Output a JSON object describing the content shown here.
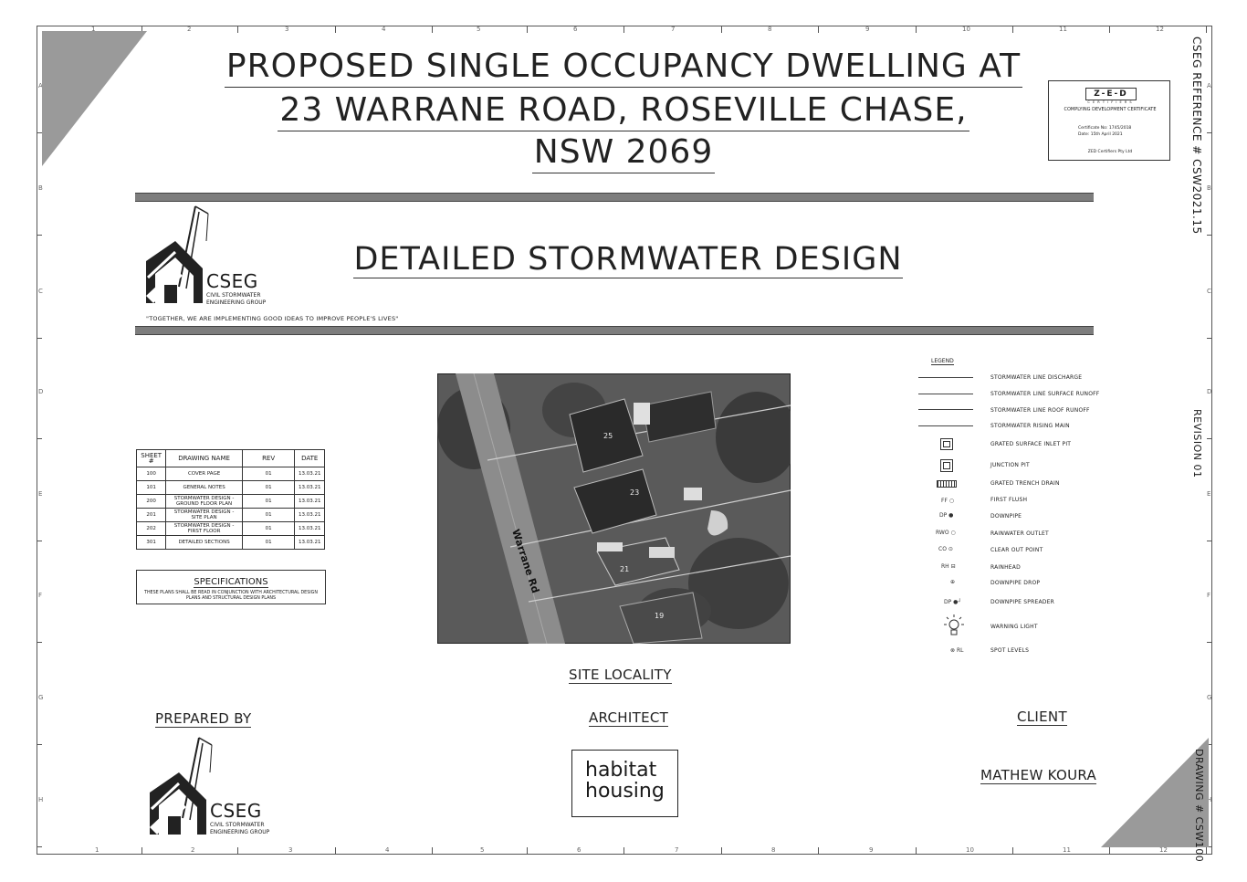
{
  "title": {
    "line1": "PROPOSED SINGLE OCCUPANCY  DWELLING  AT",
    "line2": "23 WARRANE ROAD, ROSEVILLE CHASE,",
    "line3": "NSW 2069"
  },
  "subtitle": "DETAILED STORMWATER DESIGN",
  "side_reference": "CSEG REFERENCE # CSW2021.15",
  "side_revision": "REVISION 01",
  "side_drawing": "DRAWING # CSW100",
  "logo": {
    "name": "CSEG",
    "line1": "CIVIL STORMWATER",
    "line2": "ENGINEERING GROUP",
    "tagline": "\"TOGETHER, WE ARE IMPLEMENTING GOOD IDEAS TO IMPROVE PEOPLE'S LIVES\""
  },
  "certificate": {
    "logo_text": "Z-E-D",
    "logo_sub": "C E R T I F I E R S",
    "title": "COMPLYING DEVELOPMENT CERTIFICATE",
    "cert_no": "Certificate No: 1745/2018",
    "date": "Date: 15th April 2021",
    "company": "ZED Certifiers Pty Ltd"
  },
  "sheets": {
    "headers": [
      "SHEET #",
      "DRAWING NAME",
      "REV",
      "DATE"
    ],
    "rows": [
      [
        "100",
        "COVER PAGE",
        "01",
        "13.03.21"
      ],
      [
        "101",
        "GENERAL NOTES",
        "01",
        "13.03.21"
      ],
      [
        "200",
        "STORMWATER DESIGN - GROUND FLOOR PLAN",
        "01",
        "13.03.21"
      ],
      [
        "201",
        "STORMWATER DESIGN - SITE PLAN",
        "01",
        "13.03.21"
      ],
      [
        "202",
        "STORMWATER DESIGN - FIRST FLOOR",
        "01",
        "13.03.21"
      ],
      [
        "301",
        "DETAILED SECTIONS",
        "01",
        "13.03.21"
      ]
    ]
  },
  "specifications": {
    "title": "SPECIFICATIONS",
    "text1": "THESE PLANS SHALL BE READ IN CONJUNCTION WITH ARCHITECTURAL DESIGN",
    "text2": "PLANS AND STRUCTURAL DESIGN PLANS"
  },
  "map": {
    "street": "Warrane Rd",
    "lot25": "25",
    "lot23": "23",
    "lot21": "21",
    "lot19": "19"
  },
  "site_locality": "SITE LOCALITY",
  "legend": {
    "title": "LEGEND",
    "items": [
      "STORMWATER LINE DISCHARGE",
      "STORMWATER LINE SURFACE RUNOFF",
      "STORMWATER LINE ROOF RUNOFF",
      "STORMWATER RISING MAIN",
      "GRATED SURFACE INLET PIT",
      "JUNCTION PIT",
      "GRATED TRENCH DRAIN",
      "FIRST FLUSH",
      "DOWNPIPE",
      "RAINWATER OUTLET",
      "CLEAR OUT POINT",
      "RAINHEAD",
      "DOWNPIPE DROP",
      "DOWNPIPE SPREADER",
      "WARNING LIGHT",
      "SPOT LEVELS"
    ],
    "symbols": {
      "ff": "FF",
      "dp": "DP",
      "rwo": "RWO",
      "co": "CO",
      "rh": "RH",
      "dps": "DP",
      "rl": "RL"
    }
  },
  "prepared_by": "PREPARED BY",
  "architect": {
    "label": "ARCHITECT",
    "name1": "habitat",
    "name2": "housing"
  },
  "client": {
    "label": "CLIENT",
    "name": "MATHEW KOURA"
  },
  "grid": {
    "cols": [
      "1",
      "2",
      "3",
      "4",
      "5",
      "6",
      "7",
      "8",
      "9",
      "10",
      "11",
      "12"
    ],
    "rows": [
      "A",
      "B",
      "C",
      "D",
      "E",
      "F",
      "G",
      "H"
    ]
  }
}
